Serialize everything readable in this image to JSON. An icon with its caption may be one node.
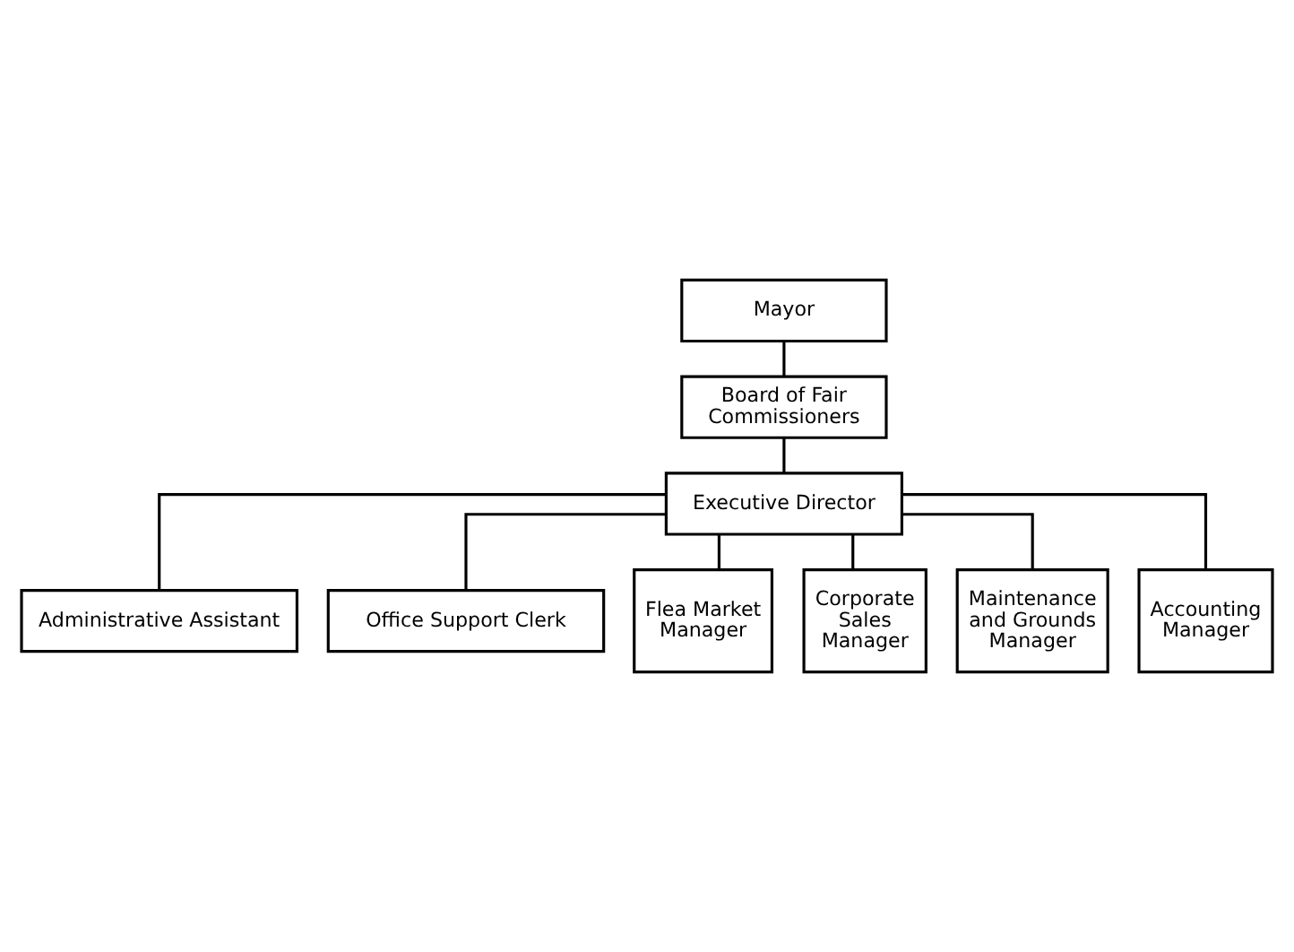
{
  "diagram": {
    "nodes": [
      {
        "text": [
          "Mayor"
        ]
      },
      {
        "text": [
          "Board of Fair Commissioners"
        ]
      },
      {
        "text": [
          "Executive Director"
        ]
      },
      {
        "text": [
          "Administrative Assistant"
        ]
      },
      {
        "text": [
          "Office Support Clerk"
        ]
      },
      {
        "text": [
          "Flea Market Manager"
        ]
      },
      {
        "text": [
          "Corporate Sales Manager"
        ]
      },
      {
        "text": [
          "Maintenance and Grounds Manager"
        ]
      },
      {
        "text": [
          "Accounting Manager"
        ]
      }
    ],
    "edges": [
      {
        "from": 0,
        "to": 1,
        "arrow": "none"
      },
      {
        "from": 1,
        "to": 2,
        "arrow": "none"
      },
      {
        "from": 2,
        "to": 3,
        "arrow": "none"
      },
      {
        "from": 2,
        "to": 4,
        "arrow": "none"
      },
      {
        "from": 2,
        "to": 5,
        "arrow": "none"
      },
      {
        "from": 2,
        "to": 6,
        "arrow": "none"
      },
      {
        "from": 2,
        "to": 7,
        "arrow": "none"
      },
      {
        "from": 2,
        "to": 8,
        "arrow": "none"
      }
    ]
  }
}
